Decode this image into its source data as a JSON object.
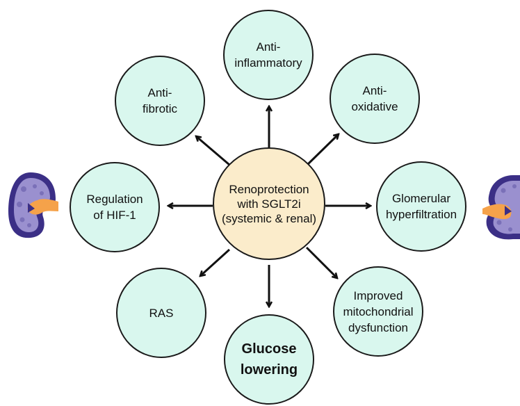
{
  "center": {
    "label": "Renoprotection\nwith SGLT2i\n(systemic & renal)"
  },
  "effects": {
    "anti_inflammatory": "Anti-\ninflammatory",
    "anti_oxidative": "Anti-\noxidative",
    "glomerular_hyperfiltration": "Glomerular\nhyperfiltration",
    "mitochondrial": "Improved\nmitochondrial\ndysfunction",
    "glucose_lowering": "Glucose\nlowering",
    "ras": "RAS",
    "hif1": "Regulation\nof HIF-1",
    "anti_fibrotic": "Anti-\nfibrotic"
  },
  "colors": {
    "effect_fill": "#d9f7ee",
    "center_fill": "#fbeccb",
    "outline": "#1a1a1a",
    "kidney_outer": "#3b2f86",
    "kidney_inner": "#9a90cf",
    "kidney_pelvis": "#f5a24a"
  },
  "icons": [
    "kidney-icon-left",
    "kidney-icon-right"
  ]
}
